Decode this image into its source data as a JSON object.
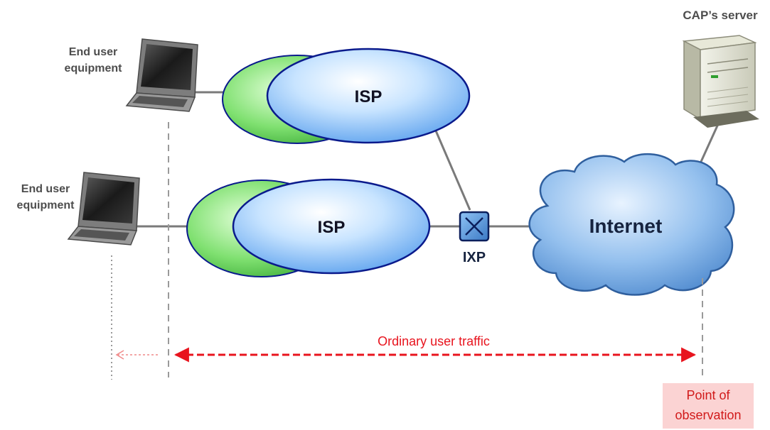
{
  "diagram": {
    "server_label": "CAP’s server",
    "user1_label_line1": "End user",
    "user1_label_line2": "equipment",
    "user2_label_line1": "End user",
    "user2_label_line2": "equipment",
    "isp1_label": "ISP",
    "isp2_label": "ISP",
    "ixp_label": "IXP",
    "internet_label": "Internet",
    "traffic_label": "Ordinary user traffic",
    "observation_line1": "Point of",
    "observation_line2": "observation"
  },
  "colors": {
    "isp_fill": "#aad4fa",
    "isp_back_fill": "#6fd36a",
    "isp_stroke": "#0a1a8c",
    "cloud_fill": "#8ab6e6",
    "traffic_red": "#e8141e",
    "observation_box": "#fbd3d3",
    "observation_text": "#d11a1a",
    "link_gray": "#7a7a7a",
    "label_dark": "#16233f"
  },
  "icons": [
    "laptop-icon",
    "server-icon",
    "ixp-switch-icon",
    "cloud-icon"
  ]
}
